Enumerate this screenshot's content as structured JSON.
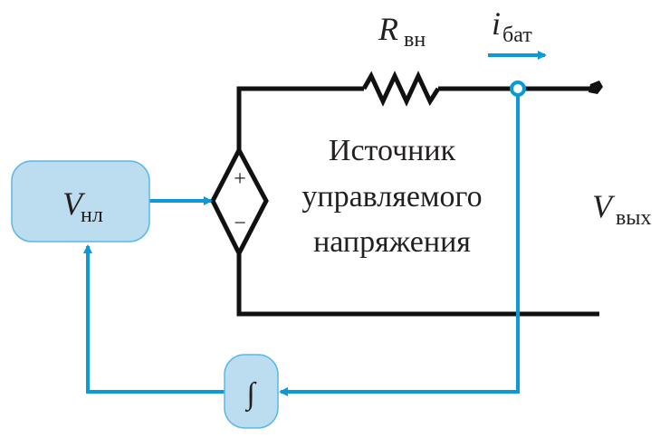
{
  "diagram": {
    "colors": {
      "wire": "#111111",
      "signal": "#0a9ad9",
      "block_fill": "#bcdcf0",
      "block_stroke": "#5ab8e6",
      "text": "#231f20"
    },
    "labels": {
      "resistor": {
        "main": "R",
        "sub": "вн"
      },
      "current": {
        "main": "i",
        "sub": "бат"
      },
      "output_voltage": {
        "main": "V",
        "sub": "вых"
      },
      "nonlinear_block": {
        "main": "V",
        "sub": "нл"
      },
      "integrator": "∫",
      "source_plus": "+",
      "source_minus": "−",
      "source_caption": [
        "Источник",
        "управляемого",
        "напряжения"
      ]
    }
  }
}
